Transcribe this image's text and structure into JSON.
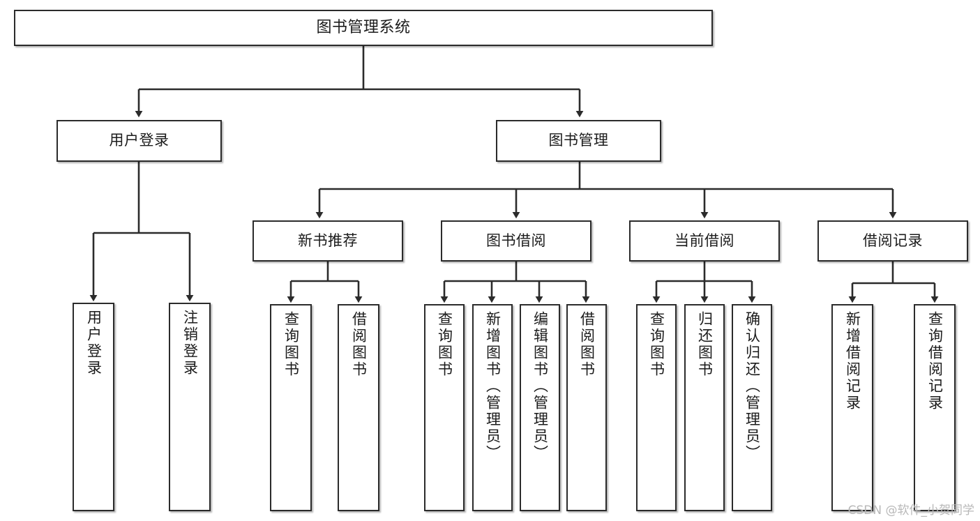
{
  "diagram": {
    "title": "图书管理系统",
    "watermark": "CSDN @软件_小贺同学",
    "colors": {
      "box_border": "#2b2b2b",
      "box_fill": "#ffffff",
      "edge": "#2b2b2b",
      "text": "#1b1b1b",
      "watermark": "#b8b8b8"
    },
    "root": {
      "id": "root",
      "label": "图书管理系统"
    },
    "level1": [
      {
        "id": "user-login",
        "label": "用户登录"
      },
      {
        "id": "book-manage",
        "label": "图书管理"
      }
    ],
    "level2": [
      {
        "id": "new-book-rec",
        "label": "新书推荐"
      },
      {
        "id": "book-borrow",
        "label": "图书借阅"
      },
      {
        "id": "current-borrow",
        "label": "当前借阅"
      },
      {
        "id": "borrow-record",
        "label": "借阅记录"
      }
    ],
    "leaves": {
      "user-login": [
        {
          "id": "leaf-user-login",
          "label": "用户登录"
        },
        {
          "id": "leaf-user-logout",
          "label": "注销登录"
        }
      ],
      "new-book-rec": [
        {
          "id": "leaf-query-book-1",
          "label": "查询图书"
        },
        {
          "id": "leaf-borrow-book-1",
          "label": "借阅图书"
        }
      ],
      "book-borrow": [
        {
          "id": "leaf-query-book-2",
          "label": "查询图书"
        },
        {
          "id": "leaf-add-book",
          "label": "新增图书（管理员）"
        },
        {
          "id": "leaf-edit-book",
          "label": "编辑图书（管理员）"
        },
        {
          "id": "leaf-borrow-book-2",
          "label": "借阅图书"
        }
      ],
      "current-borrow": [
        {
          "id": "leaf-query-book-3",
          "label": "查询图书"
        },
        {
          "id": "leaf-return-book",
          "label": "归还图书"
        },
        {
          "id": "leaf-confirm-return",
          "label": "确认归还（管理员）"
        }
      ],
      "borrow-record": [
        {
          "id": "leaf-add-record",
          "label": "新增借阅记录"
        },
        {
          "id": "leaf-query-record",
          "label": "查询借阅记录"
        }
      ]
    }
  }
}
